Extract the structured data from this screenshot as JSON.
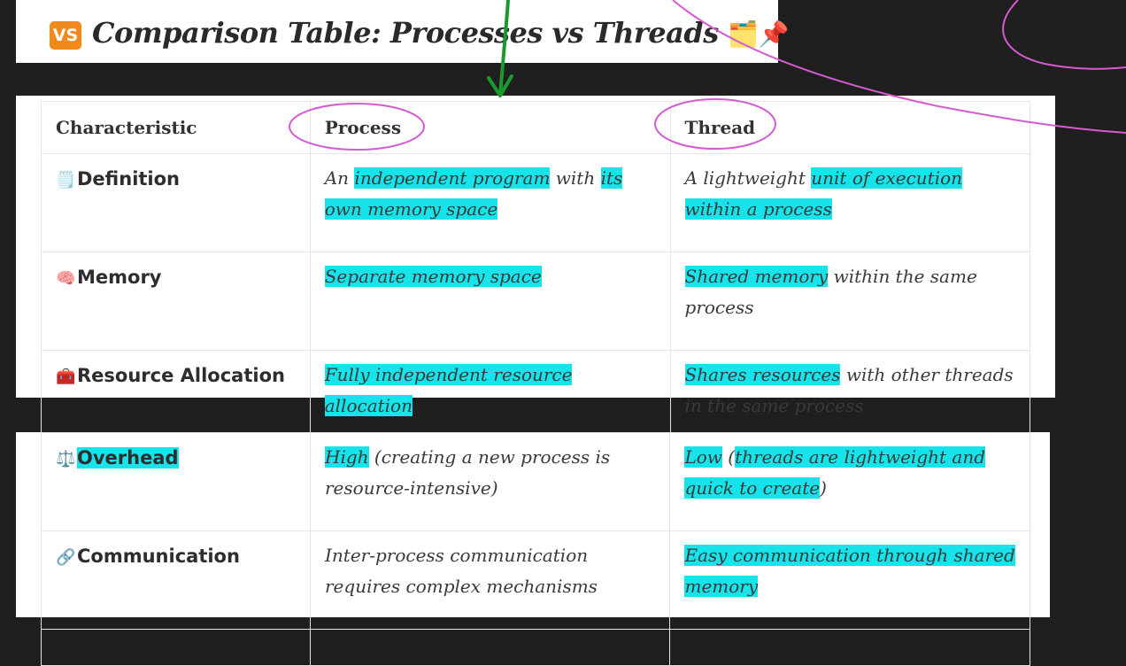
{
  "title": {
    "badge": "VS",
    "text": "Comparison Table: Processes vs Threads",
    "emoji": "🗂️📌"
  },
  "table": {
    "headers": [
      "Characteristic",
      "Process",
      "Thread"
    ],
    "rows": [
      {
        "icon": "🗒️",
        "name": "Definition",
        "process": {
          "pre": "An ",
          "hl1": "independent program",
          "mid": " with ",
          "hl2": "its own memory space",
          "post": ""
        },
        "thread": {
          "pre": "A lightweight ",
          "hl1": "unit of execution within a process",
          "mid": "",
          "hl2": "",
          "post": ""
        }
      },
      {
        "icon": "🧠",
        "name": "Memory",
        "process": {
          "pre": "",
          "hl1": "Separate memory space",
          "mid": "",
          "hl2": "",
          "post": ""
        },
        "thread": {
          "pre": "",
          "hl1": "Shared memory",
          "mid": " within the same process",
          "hl2": "",
          "post": ""
        }
      },
      {
        "icon": "🧰",
        "name": "Resource Allocation",
        "process": {
          "pre": "",
          "hl1": "Fully independent resource allocation",
          "mid": "",
          "hl2": "",
          "post": ""
        },
        "thread": {
          "pre": "",
          "hl1": "Shares resources",
          "mid": " with other threads in the same process",
          "hl2": "",
          "post": ""
        }
      },
      {
        "icon": "⚖️",
        "name": "Overhead",
        "process": {
          "pre": "",
          "hl1": "High",
          "mid": " (creating a new process is resource-intensive)",
          "hl2": "",
          "post": ""
        },
        "thread": {
          "pre": "",
          "hl1": "Low",
          "mid": " (",
          "hl2": "threads are lightweight and quick to create",
          "post": ")"
        }
      },
      {
        "icon": "🔗",
        "name": "Communication",
        "process": {
          "pre": "Inter-process communication requires complex mechanisms",
          "hl1": "",
          "mid": "",
          "hl2": "",
          "post": ""
        },
        "thread": {
          "pre": "",
          "hl1": "Easy communication through shared memory",
          "mid": "",
          "hl2": "",
          "post": ""
        }
      }
    ]
  },
  "colors": {
    "highlight": "#17e3ea",
    "annotation_pink": "#d65bd0",
    "annotation_green": "#1a9a2e",
    "background": "#1f1f1f"
  }
}
